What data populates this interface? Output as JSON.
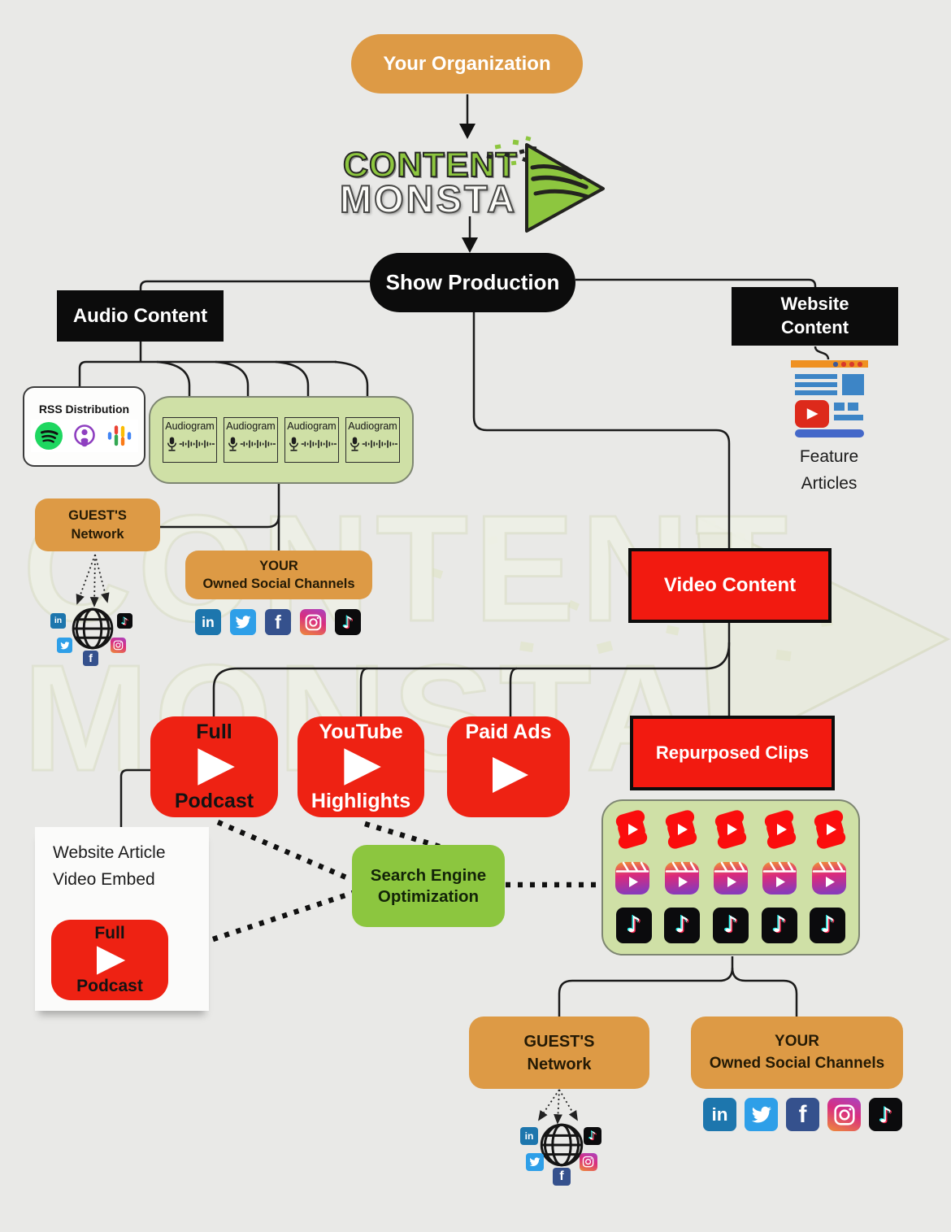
{
  "palette": {
    "background": "#e9e9e7",
    "orange": "#dd9a45",
    "black_box": "#0c0c0c",
    "red": "#ee1c13",
    "light_green_panel": "#cfe0a6",
    "seo_green": "#8cc63f",
    "logo_green": "#8dc63f",
    "connector": "#1b1b1b"
  },
  "nodes": {
    "your_organization": {
      "label": "Your Organization"
    },
    "logo": {
      "word1": "CONTENT",
      "word2": "MONSTA"
    },
    "show_production": {
      "label": "Show Production"
    },
    "audio_content": {
      "label": "Audio Content"
    },
    "website_content": {
      "line1": "Website",
      "line2": "Content"
    },
    "rss_distribution": {
      "label": "RSS Distribution",
      "platforms": [
        "spotify",
        "apple-podcasts",
        "google-podcasts"
      ]
    },
    "audiograms": {
      "label": "Audiogram",
      "count": 4
    },
    "guests_network": {
      "line1": "GUEST'S",
      "line2": "Network"
    },
    "owned_social": {
      "line1": "YOUR",
      "line2": "Owned Social Channels"
    },
    "feature_articles": {
      "line1": "Feature",
      "line2": "Articles"
    },
    "video_content": {
      "label": "Video Content"
    },
    "full_podcast": {
      "line1": "Full",
      "line2": "Podcast"
    },
    "youtube_highlights": {
      "line1": "YouTube",
      "line2": "Highlights"
    },
    "paid_ads": {
      "label": "Paid Ads"
    },
    "website_article_embed": {
      "line1": "Website Article",
      "line2": "Video Embed"
    },
    "seo": {
      "line1": "Search Engine",
      "line2": "Optimization"
    },
    "repurposed_clips": {
      "label": "Repurposed Clips"
    },
    "clips_panel": {
      "platforms": [
        "youtube-shorts",
        "instagram-reels",
        "tiktok"
      ],
      "icons_per_row": 5
    },
    "social_channels": [
      "linkedin",
      "twitter",
      "facebook",
      "instagram",
      "tiktok"
    ]
  },
  "watermark": {
    "word1": "CONTENT",
    "word2": "MONSTA"
  }
}
